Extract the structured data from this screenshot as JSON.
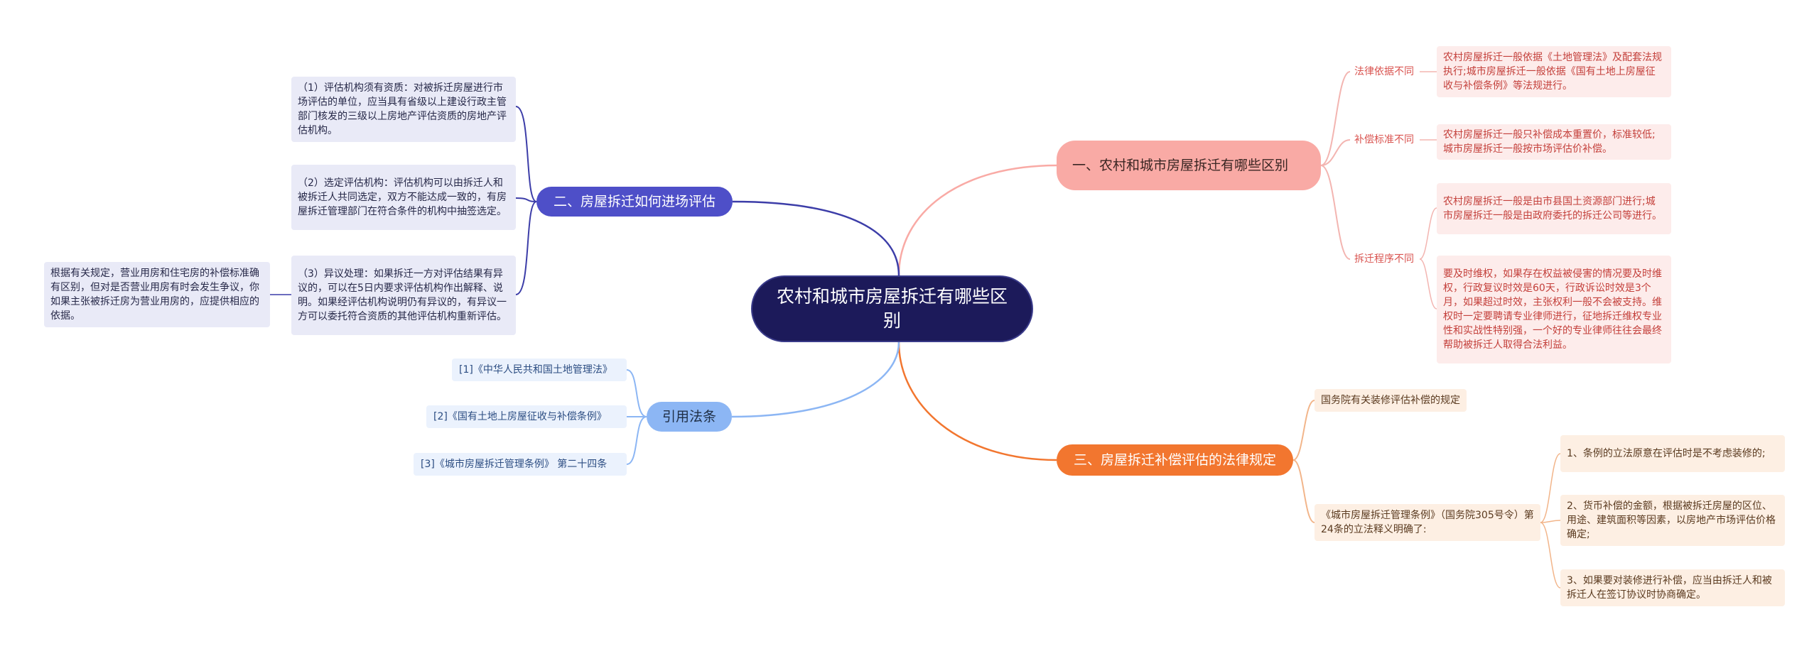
{
  "root": "农村和城市房屋拆迁有哪些区别",
  "colors": {
    "root_bg": "#1c1a5a",
    "branch_differences": "#f9aaa5",
    "branch_site_assessment": "#4e4fc8",
    "branch_legal_rules": "#f2762f",
    "branch_references": "#8cb6f4"
  },
  "differences": {
    "title": "一、农村和城市房屋拆迁有哪些区别",
    "items": [
      {
        "label": "法律依据不同",
        "details": [
          "农村房屋拆迁一般依据《土地管理法》及配套法规执行;城市房屋拆迁一般依据《国有土地上房屋征收与补偿条例》等法规进行。"
        ]
      },
      {
        "label": "补偿标准不同",
        "details": [
          "农村房屋拆迁一般只补偿成本重置价，标准较低;城市房屋拆迁一般按市场评估价补偿。"
        ]
      },
      {
        "label": "拆迁程序不同",
        "details": [
          "农村房屋拆迁一般是由市县国土资源部门进行;城市房屋拆迁一般是由政府委托的拆迁公司等进行。",
          "要及时维权，如果存在权益被侵害的情况要及时维权，行政复议时效是60天，行政诉讼时效是3个月，如果超过时效，主张权利一般不会被支持。维权时一定要聘请专业律师进行，征地拆迁维权专业性和实战性特别强，一个好的专业律师往往会最终帮助被拆迁人取得合法利益。"
        ]
      }
    ]
  },
  "site_assessment": {
    "title": "二、房屋拆迁如何进场评估",
    "items": [
      "（1）评估机构须有资质：对被拆迁房屋进行市场评估的单位，应当具有省级以上建设行政主管部门核发的三级以上房地产评估资质的房地产评估机构。",
      "（2）选定评估机构：评估机构可以由拆迁人和被拆迁人共同选定，双方不能达成一致的，有房屋拆迁管理部门在符合条件的机构中抽签选定。",
      "（3）异议处理：如果拆迁一方对评估结果有异议的，可以在5日内要求评估机构作出解释、说明。如果经评估机构说明仍有异议的，有异议一方可以委托符合资质的其他评估机构重新评估。"
    ],
    "note": "根据有关规定，营业用房和住宅房的补偿标准确有区别，但对是否营业用房有时会发生争议，你如果主张被拆迁房为营业用房的，应提供相应的依据。"
  },
  "legal_rules": {
    "title": "三、房屋拆迁补偿评估的法律规定",
    "items": [
      {
        "label": "国务院有关装修评估补偿的规定",
        "details": []
      },
      {
        "label": "《城市房屋拆迁管理条例》（国务院305号令）第24条的立法释义明确了:",
        "details": [
          "1、条例的立法原意在评估时是不考虑装修的;",
          "2、货币补偿的金额，根据被拆迁房屋的区位、用途、建筑面积等因素，以房地产市场评估价格确定;",
          "3、如果要对装修进行补偿，应当由拆迁人和被拆迁人在签订协议时协商确定。"
        ]
      }
    ]
  },
  "references": {
    "title": "引用法条",
    "items": [
      "[1]《中华人民共和国土地管理法》",
      "[2]《国有土地上房屋征收与补偿条例》",
      "[3]《城市房屋拆迁管理条例》 第二十四条"
    ]
  }
}
